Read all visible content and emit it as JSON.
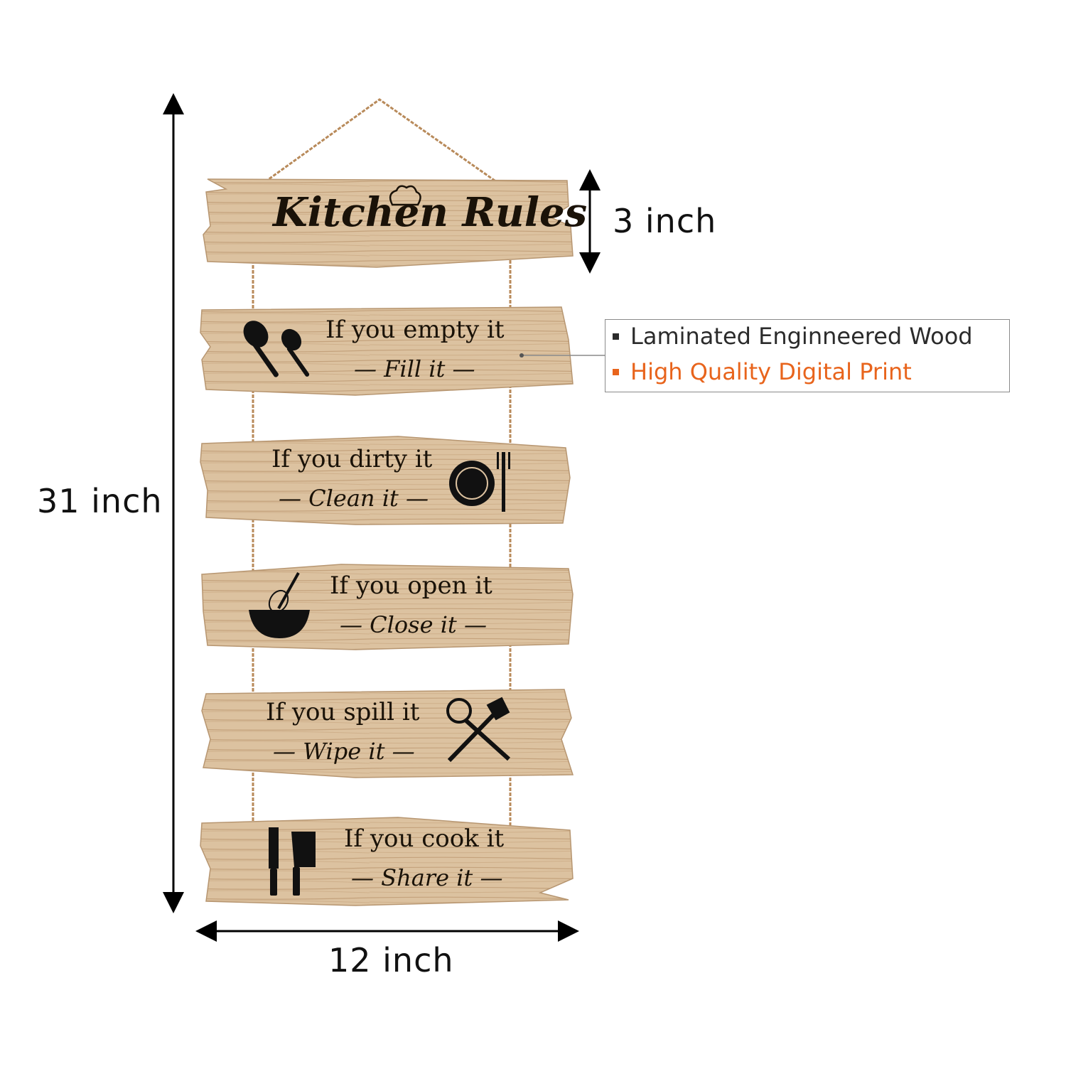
{
  "title": "Kitchen Rules",
  "dimensions": {
    "height": "31 inch",
    "width": "12 inch",
    "board_height": "3 inch"
  },
  "rules": [
    {
      "line1": "If you empty it",
      "line2": "— Fill it —",
      "icon": "spoons-icon"
    },
    {
      "line1": "If you dirty it",
      "line2": "— Clean it —",
      "icon": "plate-fork-icon"
    },
    {
      "line1": "If you open it",
      "line2": "— Close it —",
      "icon": "whisk-bowl-icon"
    },
    {
      "line1": "If you spill it",
      "line2": "— Wipe it —",
      "icon": "spatula-icon"
    },
    {
      "line1": "If you cook it",
      "line2": "— Share it —",
      "icon": "knives-icon"
    }
  ],
  "features": [
    {
      "text": "Laminated Enginneered Wood",
      "color": "#2b2b2b"
    },
    {
      "text": "High Quality Digital Print",
      "color": "#e8641c"
    }
  ],
  "colors": {
    "wood": "#dcc2a0",
    "wood_dark": "#c9a981",
    "rope": "#b88a5a",
    "ink": "#1a1208"
  }
}
